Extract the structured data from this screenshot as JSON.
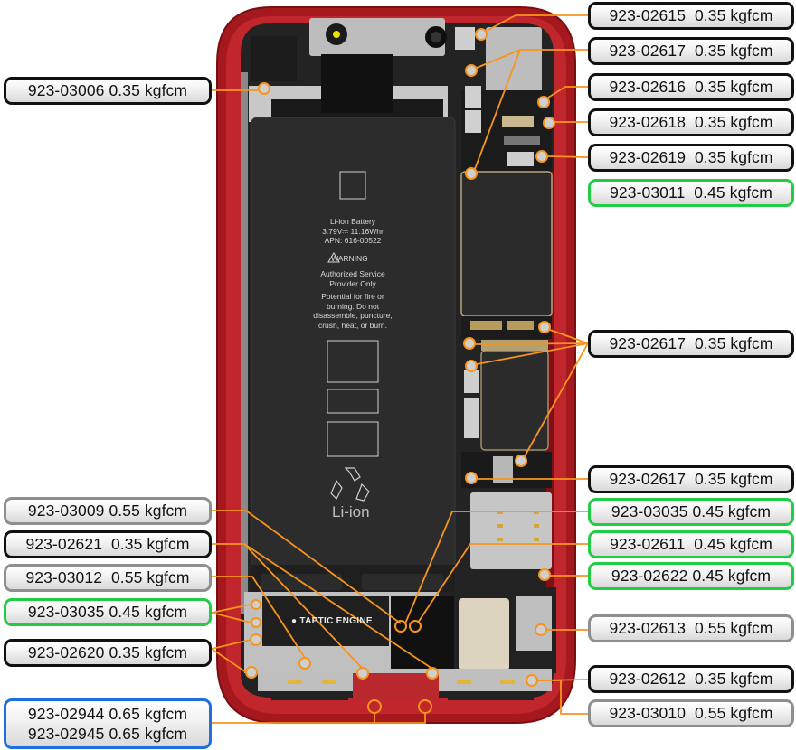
{
  "diagram": {
    "subject": "Phone internal layout with screw part numbers and torque values",
    "battery": {
      "title": "Li-ion Battery",
      "rating": "3.79V⎓ 11.16Whr",
      "apn": "APN: 616-00522",
      "warning": "WARNING",
      "service_line1": "Authorized Service",
      "service_line2": "Provider Only",
      "caution_line1": "Potential for fire or",
      "caution_line2": "burning. Do not",
      "caution_line3": "disassemble, puncture,",
      "caution_line4": "crush, heat, or burn.",
      "recycle_label": "Li-ion"
    },
    "taptic_label": "TAPTIC ENGINE",
    "colors": {
      "frame_red": "#b51d22",
      "leader_orange": "#f7941d",
      "border_black": "#111111",
      "border_green": "#22cc44",
      "border_gray": "#8e8e93",
      "border_blue": "#1f6fe0"
    }
  },
  "labels_left": [
    {
      "id": "L1",
      "text": "923-03006 0.35 kgfcm",
      "color": "black"
    },
    {
      "id": "L2",
      "text": "923-03009 0.55 kgfcm",
      "color": "gray"
    },
    {
      "id": "L3",
      "text": "923-02621  0.35 kgfcm",
      "color": "black"
    },
    {
      "id": "L4",
      "text": "923-03012  0.55 kgfcm",
      "color": "gray"
    },
    {
      "id": "L5",
      "text": "923-03035 0.45 kgfcm",
      "color": "green"
    },
    {
      "id": "L6",
      "text": "923-02620 0.35 kgfcm",
      "color": "black"
    },
    {
      "id": "L7",
      "line1": "923-02944 0.65 kgfcm",
      "line2": "923-02945 0.65 kgfcm",
      "color": "blue"
    }
  ],
  "labels_right": [
    {
      "id": "R1",
      "text": "923-02615  0.35 kgfcm",
      "color": "black"
    },
    {
      "id": "R2",
      "text": "923-02617  0.35 kgfcm",
      "color": "black"
    },
    {
      "id": "R3",
      "text": "923-02616  0.35 kgfcm",
      "color": "black"
    },
    {
      "id": "R4",
      "text": "923-02618  0.35 kgfcm",
      "color": "black"
    },
    {
      "id": "R5",
      "text": "923-02619  0.35 kgfcm",
      "color": "black"
    },
    {
      "id": "R6",
      "text": "923-03011  0.45 kgfcm",
      "color": "green"
    },
    {
      "id": "R7",
      "text": "923-02617  0.35 kgfcm",
      "color": "black"
    },
    {
      "id": "R8",
      "text": "923-02617  0.35 kgfcm",
      "color": "black"
    },
    {
      "id": "R9",
      "text": "923-03035 0.45 kgfcm",
      "color": "green"
    },
    {
      "id": "R10",
      "text": "923-02611  0.45 kgfcm",
      "color": "green"
    },
    {
      "id": "R11",
      "text": "923-02622 0.45 kgfcm",
      "color": "green"
    },
    {
      "id": "R12",
      "text": "923-02613  0.55 kgfcm",
      "color": "gray"
    },
    {
      "id": "R13",
      "text": "923-02612  0.35 kgfcm",
      "color": "black"
    },
    {
      "id": "R14",
      "text": "923-03010  0.55 kgfcm",
      "color": "gray"
    }
  ]
}
